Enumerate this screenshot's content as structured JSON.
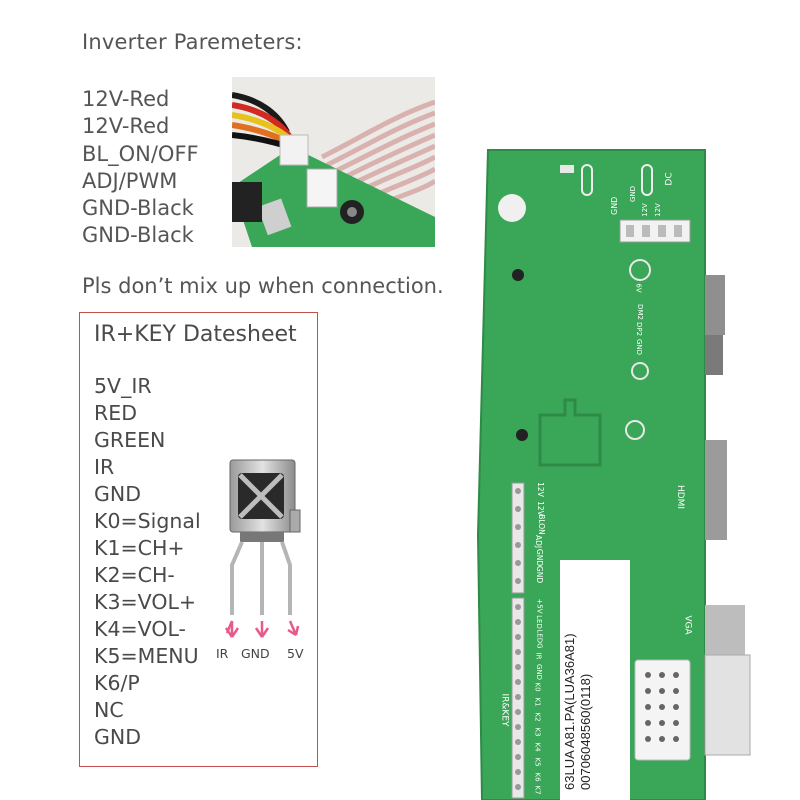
{
  "inverter": {
    "title": "Inverter Paremeters:",
    "items": [
      "12V-Red",
      "12V-Red",
      "BL_ON/OFF",
      "ADJ/PWM",
      "GND-Black",
      "GND-Black"
    ]
  },
  "warning": "Pls don’t mix up when connection.",
  "ir_key": {
    "title": "IR+KEY Datesheet",
    "items": [
      "5V_IR",
      "RED",
      "GREEN",
      "IR",
      "GND",
      "K0=Signal",
      "K1=CH+",
      "K2=CH-",
      "K3=VOL+",
      "K4=VOL-",
      "K5=MENU",
      "K6/P",
      "NC",
      "GND"
    ],
    "pins": [
      "IR",
      "GND",
      "5V"
    ]
  },
  "board": {
    "dc_header": [
      "GND",
      "GND",
      "12V",
      "12V"
    ],
    "dc_label": "DC",
    "side_labels": [
      "6V",
      "DM2",
      "DP2",
      "GND"
    ],
    "bl_header": [
      "12V",
      "12V",
      "BLON",
      "ADJ",
      "GND",
      "GND"
    ],
    "key_header": [
      "+5V",
      "LED",
      "LEDG",
      "IR",
      "GND",
      "K0",
      "K1",
      "K2",
      "K3",
      "K4",
      "K5",
      "K6",
      "K7"
    ],
    "key_label": "IR&KEY",
    "hdmi_label": "HDMI",
    "vga_label": "VGA",
    "sticker_lines": [
      "63LUA A81.PA(LUA36A81)",
      "00706048560(0118)"
    ]
  },
  "colors": {
    "board_green": "#3aa657",
    "warning_border": "#c0504d",
    "arrow_pink": "#e75a8a"
  }
}
